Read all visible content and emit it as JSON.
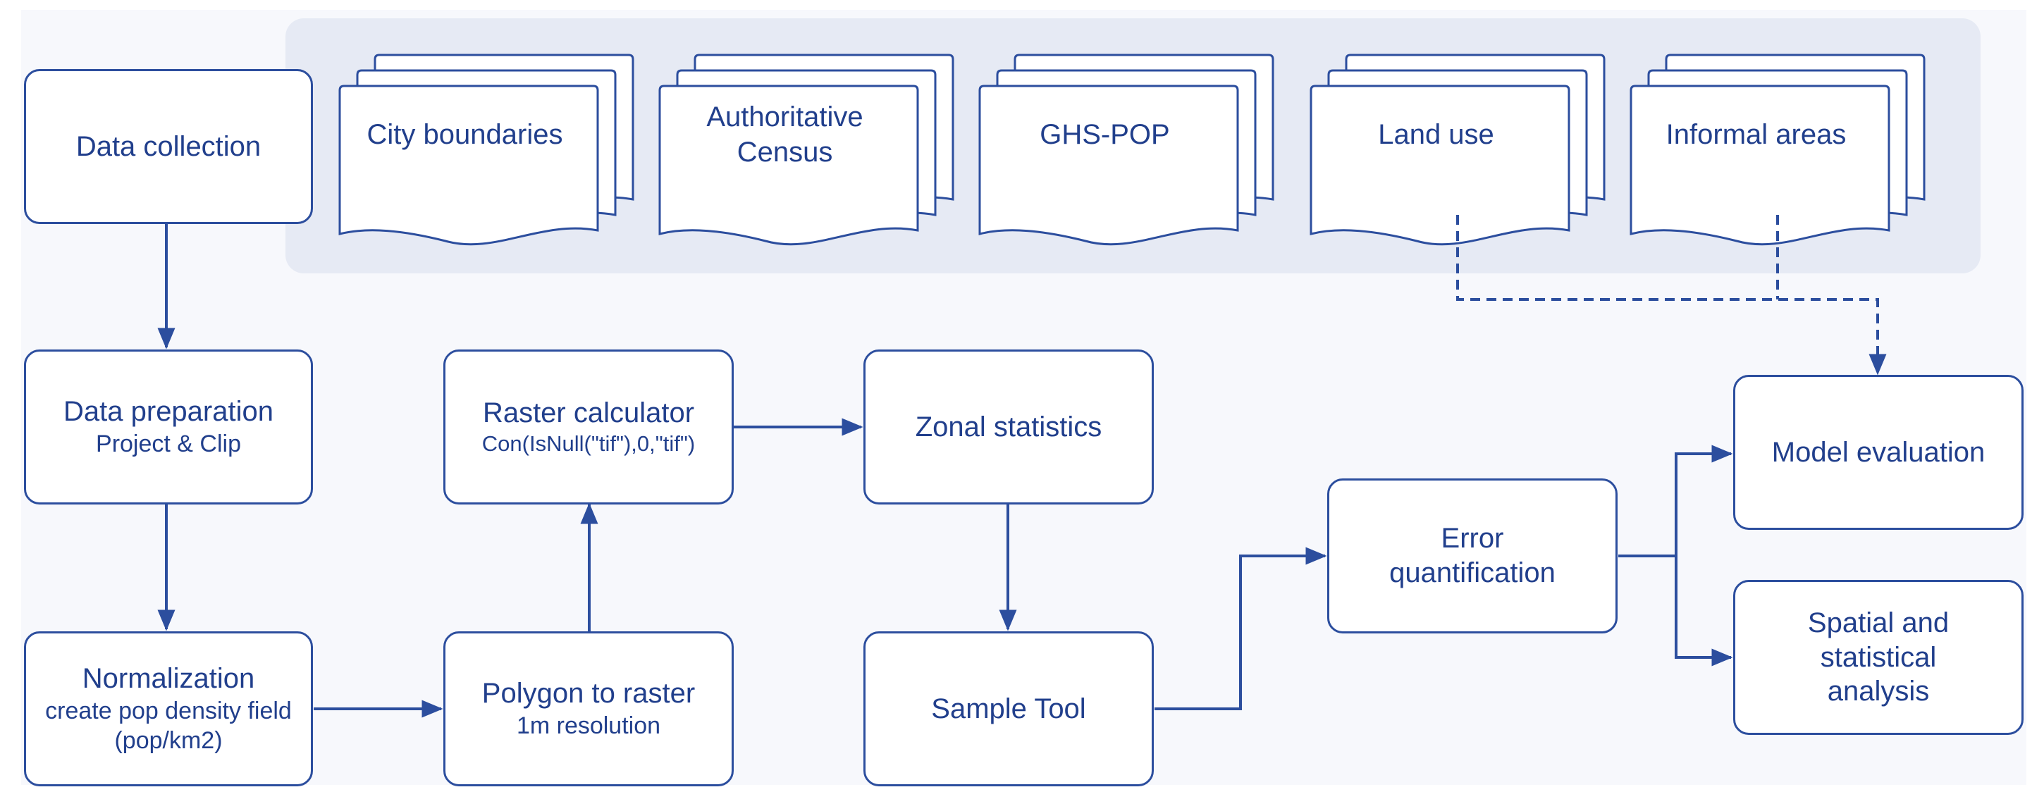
{
  "colors": {
    "stroke": "#2c4e9e",
    "text": "#213f8c",
    "panel": "#e6eaf4",
    "background": "#f7f8fc"
  },
  "sources": {
    "city_boundaries": "City boundaries",
    "authoritative_census": "Authoritative Census",
    "ghs_pop": "GHS-POP",
    "land_use": "Land use",
    "informal_areas": "Informal areas"
  },
  "steps": {
    "data_collection": {
      "title": "Data collection"
    },
    "data_preparation": {
      "title": "Data preparation",
      "sub": "Project & Clip"
    },
    "normalization": {
      "title": "Normalization",
      "sub": "create pop density field (pop/km2)"
    },
    "polygon_to_raster": {
      "title": "Polygon to raster",
      "sub": "1m resolution"
    },
    "raster_calculator": {
      "title": "Raster calculator",
      "sub": "Con(IsNull(\"tif\"),0,\"tif\")"
    },
    "zonal_statistics": {
      "title": "Zonal statistics"
    },
    "sample_tool": {
      "title": "Sample Tool"
    },
    "error_quantification": {
      "title": "Error quantification"
    },
    "model_evaluation": {
      "title": "Model evaluation"
    },
    "spatial_analysis": {
      "title": "Spatial and statistical analysis"
    }
  }
}
